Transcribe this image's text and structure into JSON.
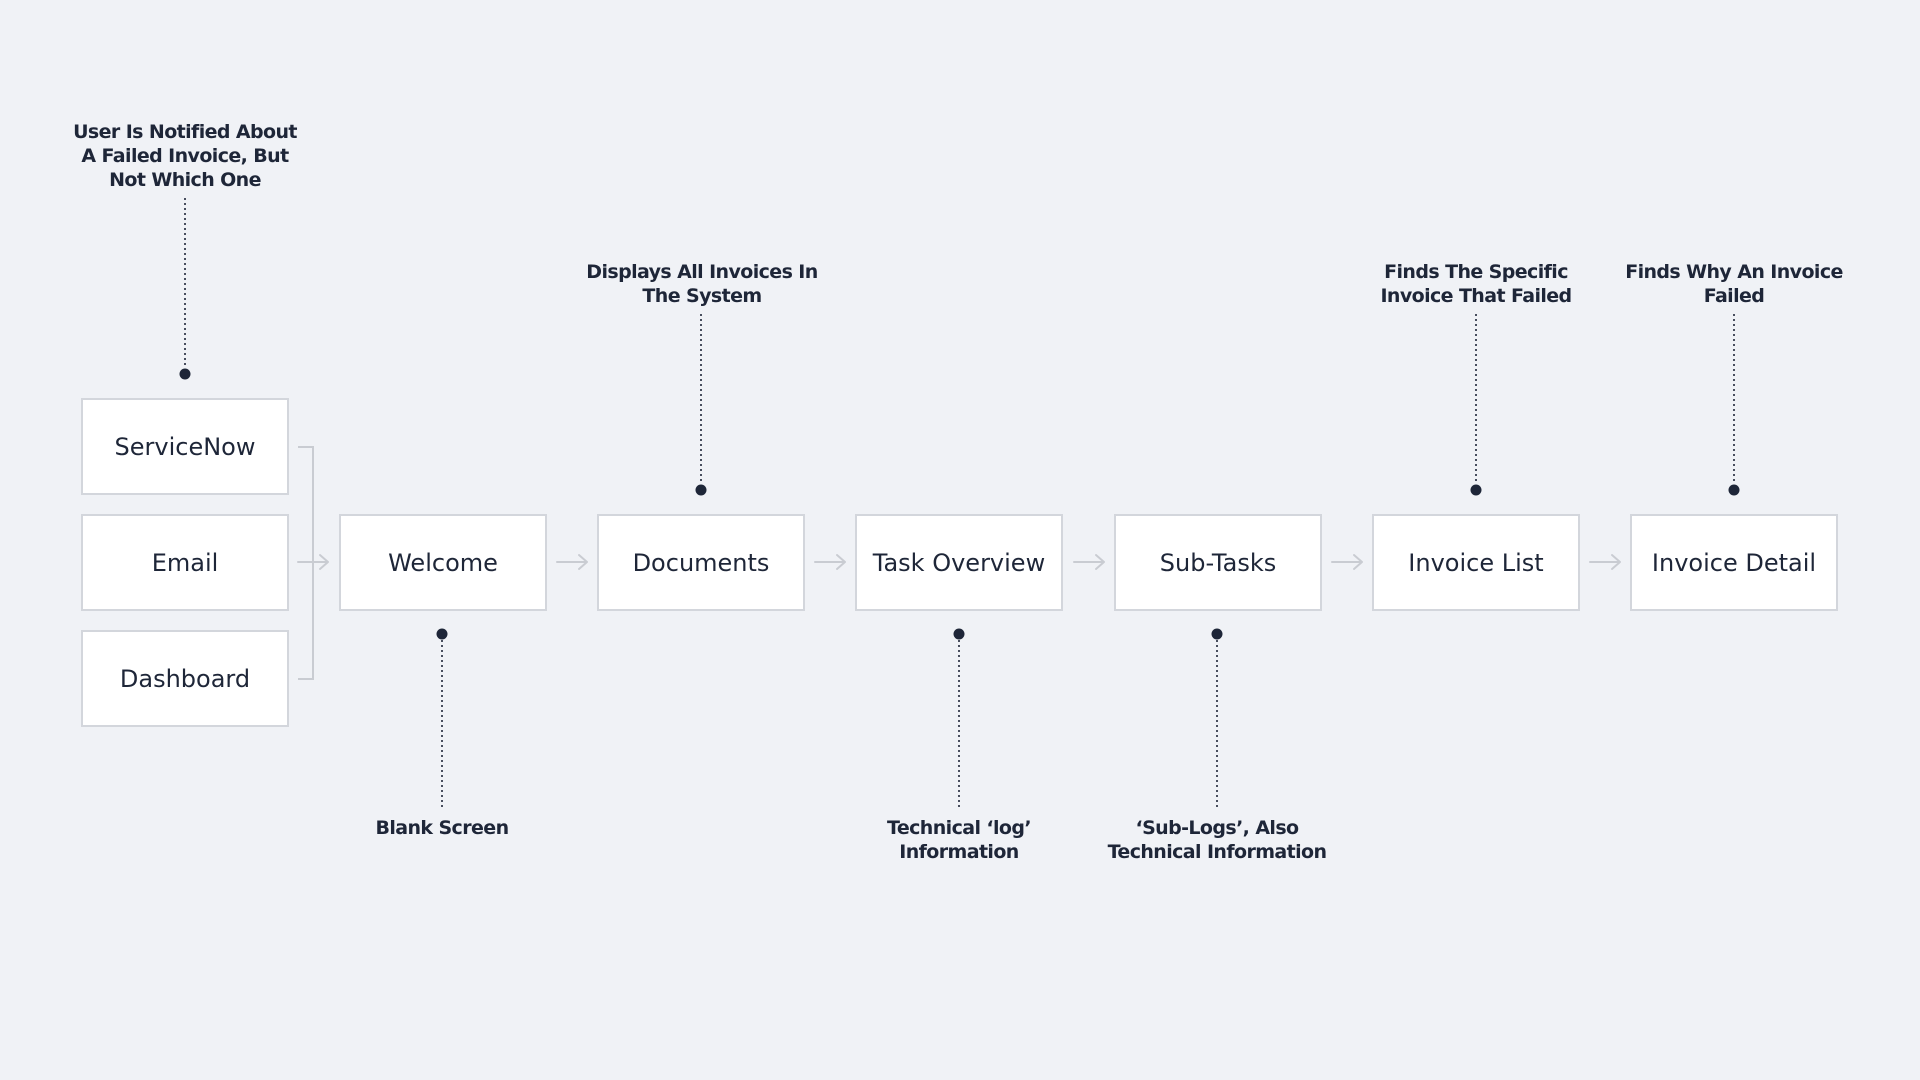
{
  "diagram": {
    "source_nodes": [
      {
        "id": "servicenow",
        "label": "ServiceNow"
      },
      {
        "id": "email",
        "label": "Email"
      },
      {
        "id": "dashboard",
        "label": "Dashboard"
      }
    ],
    "flow_nodes": [
      {
        "id": "welcome",
        "label": "Welcome"
      },
      {
        "id": "documents",
        "label": "Documents"
      },
      {
        "id": "task-overview",
        "label": "Task Overview"
      },
      {
        "id": "sub-tasks",
        "label": "Sub-Tasks"
      },
      {
        "id": "invoice-list",
        "label": "Invoice List"
      },
      {
        "id": "invoice-detail",
        "label": "Invoice Detail"
      }
    ],
    "annotations": [
      {
        "target": "servicenow",
        "side": "top",
        "text": "User Is Notified About A Failed Invoice, But Not Which One"
      },
      {
        "target": "documents",
        "side": "top",
        "text": "Displays All Invoices In The System"
      },
      {
        "target": "invoice-list",
        "side": "top",
        "text": "Finds The Specific Invoice That Failed"
      },
      {
        "target": "invoice-detail",
        "side": "top",
        "text": "Finds Why An Invoice Failed"
      },
      {
        "target": "welcome",
        "side": "bottom",
        "text": "Blank Screen"
      },
      {
        "target": "task-overview",
        "side": "bottom",
        "text": "Technical ‘log’ Information"
      },
      {
        "target": "sub-tasks",
        "side": "bottom",
        "text": "‘Sub-Logs’, Also Technical Information"
      }
    ],
    "colors": {
      "background": "#f0f2f6",
      "node_fill": "#ffffff",
      "node_border": "#d3d6dc",
      "text": "#1e2638",
      "arrow": "#c9ccd2",
      "callout": "#1e2638"
    }
  }
}
